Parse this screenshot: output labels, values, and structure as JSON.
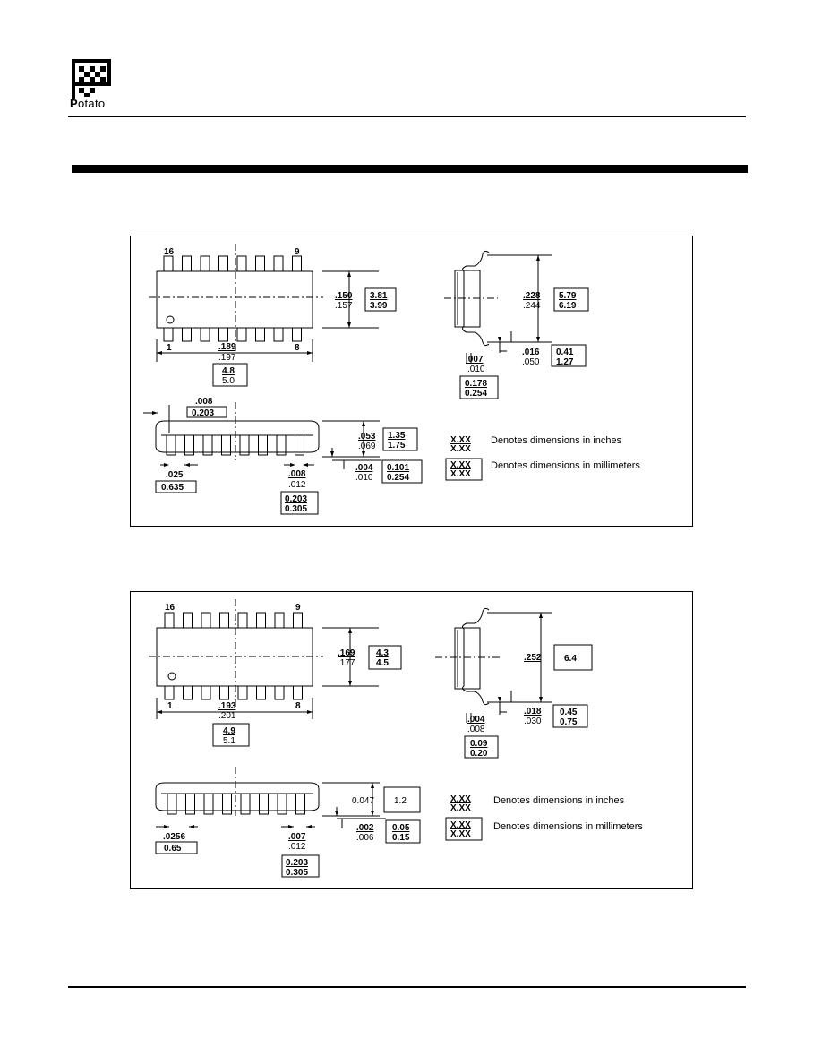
{
  "logo": {
    "text": "otato",
    "name": "Potato"
  },
  "panel1": {
    "top_view": {
      "pin_top_left": "16",
      "pin_top_right": "9",
      "pin_bot_left": "1",
      "pin_bot_right": "8",
      "width_in_max": ".150",
      "width_in_min": ".157",
      "width_mm_max": "3.81",
      "width_mm_min": "3.99",
      "length_in_max": ".189",
      "length_in_min": ".197",
      "length_mm_max": "4.8",
      "length_mm_min": "5.0"
    },
    "end_view": {
      "span_in_max": ".228",
      "span_in_min": ".244",
      "span_mm_max": "5.79",
      "span_mm_min": "6.19",
      "lead_in_max": ".016",
      "lead_in_min": ".050",
      "lead_mm_max": "0.41",
      "lead_mm_min": "1.27",
      "thick_in_max": ".007",
      "thick_in_min": ".010",
      "thick_mm_max": "0.178",
      "thick_mm_min": "0.254"
    },
    "side_view": {
      "end_in": ".008",
      "end_mm": "0.203",
      "height_in_max": ".053",
      "height_in_min": ".069",
      "height_mm_max": "1.35",
      "height_mm_min": "1.75",
      "standoff_in_max": ".004",
      "standoff_in_min": ".010",
      "standoff_mm_max": "0.101",
      "standoff_mm_min": "0.254",
      "pitch_in": ".025",
      "pitch_mm": "0.635",
      "leadw_in_max": ".008",
      "leadw_in_min": ".012",
      "leadw_mm_max": "0.203",
      "leadw_mm_min": "0.305"
    },
    "legend": {
      "inch_sample": "X.XX",
      "inch_text": "Denotes dimensions in inches",
      "mm_sample": "X.XX",
      "mm_text": "Denotes dimensions in millimeters"
    }
  },
  "panel2": {
    "top_view": {
      "pin_top_left": "16",
      "pin_top_right": "9",
      "pin_bot_left": "1",
      "pin_bot_right": "8",
      "width_in_max": ".169",
      "width_in_min": ".177",
      "width_mm_max": "4.3",
      "width_mm_min": "4.5",
      "length_in_max": ".193",
      "length_in_min": ".201",
      "length_mm_max": "4.9",
      "length_mm_min": "5.1"
    },
    "end_view": {
      "span_in": ".252",
      "span_mm": "6.4",
      "lead_in_max": ".018",
      "lead_in_min": ".030",
      "lead_mm_max": "0.45",
      "lead_mm_min": "0.75",
      "thick_in_max": ".004",
      "thick_in_min": ".008",
      "thick_mm_max": "0.09",
      "thick_mm_min": "0.20"
    },
    "side_view": {
      "height_in": "0.047",
      "height_mm": "1.2",
      "standoff_in_max": ".002",
      "standoff_in_min": ".006",
      "standoff_mm_max": "0.05",
      "standoff_mm_min": "0.15",
      "pitch_in": ".0256",
      "pitch_mm": "0.65",
      "leadw_in_max": ".007",
      "leadw_in_min": ".012",
      "leadw_mm_max": "0.203",
      "leadw_mm_min": "0.305"
    },
    "legend": {
      "inch_sample": "X.XX",
      "inch_text": "Denotes dimensions in inches",
      "mm_sample": "X.XX",
      "mm_text": "Denotes dimensions in millimeters"
    }
  }
}
